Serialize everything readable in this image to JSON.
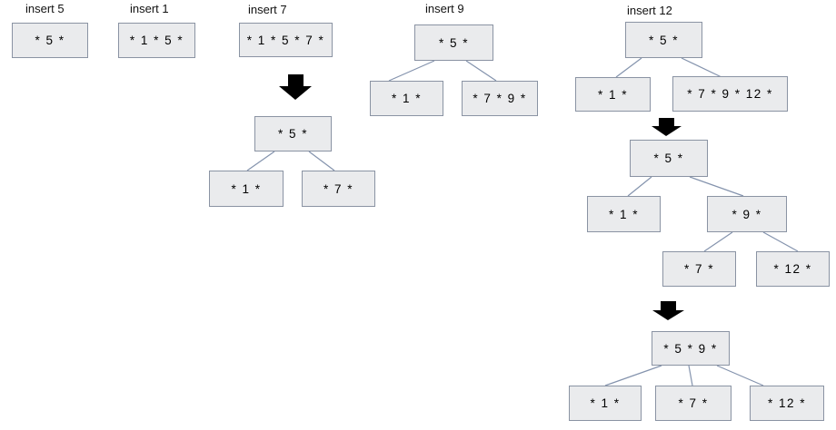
{
  "colors": {
    "background": "#ffffff",
    "node_fill": "#eaebed",
    "node_border": "#8a93a3",
    "connector": "#8493ad",
    "arrow": "#000000",
    "text": "#000000"
  },
  "diagram": {
    "description": "B-tree insertion sequence",
    "steps": [
      {
        "label": "insert 5",
        "node": "* 5 *"
      },
      {
        "label": "insert 1",
        "node": "* 1 * 5 *"
      },
      {
        "label": "insert 7",
        "node": "* 1 * 5 * 7 *",
        "tree": {
          "root": "* 5 *",
          "left": "* 1 *",
          "right": "* 7 *"
        }
      },
      {
        "label": "insert 9",
        "tree": {
          "root": "* 5 *",
          "left": "* 1 *",
          "right": "* 7 * 9 *"
        }
      },
      {
        "label": "insert 12",
        "tree1": {
          "root": "* 5 *",
          "left": "* 1 *",
          "right": "* 7 * 9 * 12 *"
        },
        "tree2": {
          "root": "* 5 *",
          "left": "* 1 *",
          "right": "* 9 *",
          "right_left": "* 7 *",
          "right_right": "* 12 *"
        },
        "tree3": {
          "root": "* 5 * 9 *",
          "child1": "* 1 *",
          "child2": "* 7 *",
          "child3": "* 12 *"
        }
      }
    ]
  }
}
